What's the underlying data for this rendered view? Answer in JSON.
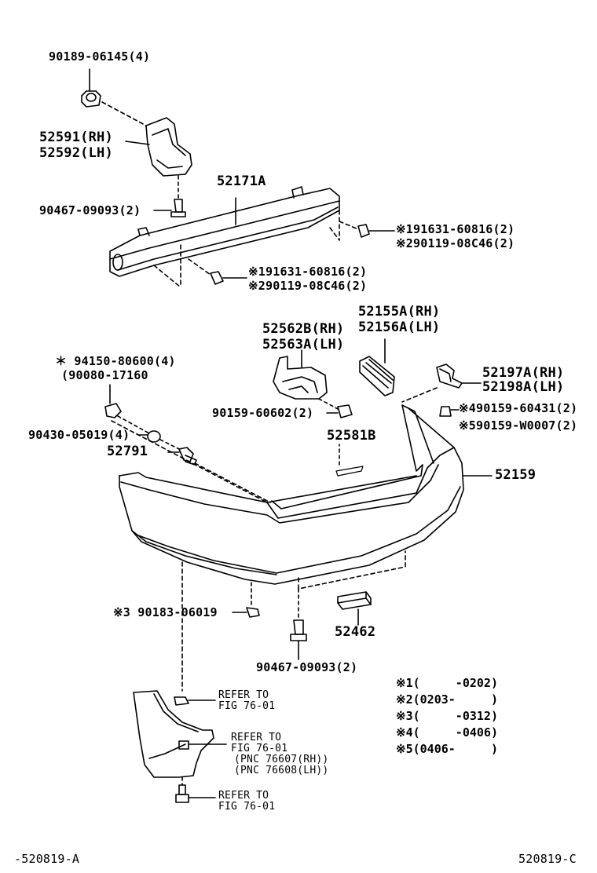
{
  "labels": {
    "p90189": "90189-06145(4)",
    "p52591": "52591(RH)",
    "p52592": "52592(LH)",
    "p52171a": "52171A",
    "p90467a": "90467-09093(2)",
    "p191631a": "※191631-60816(2)",
    "p290119a": "※290119-08C46(2)",
    "p191631b": "※191631-60816(2)",
    "p290119b": "※290119-08C46(2)",
    "p52155a": "52155A(RH)",
    "p52156a": "52156A(LH)",
    "p52562b": "52562B(RH)",
    "p52563a": "52563A(LH)",
    "p94150": "＊ 94150-80600(4)",
    "p90080": "(90080-17160",
    "p52197a": "52197A(RH)",
    "p52198a": "52198A(LH)",
    "p90159a": "90159-60602(2)",
    "p90159b": "※490159-60431(2)",
    "p90159c": "※590159-W0007(2)",
    "p90430": "90430-05019(4)",
    "p52791": "52791",
    "p52581b": "52581B",
    "p52159": "52159",
    "p90183": "※3 90183-06019",
    "p52462": "52462",
    "p90467b": "90467-09093(2)",
    "refer1a": "REFER TO",
    "refer1b": "FIG 76-01",
    "refer2a": "REFER TO",
    "refer2b": "FIG 76-01",
    "pnc1": "(PNC 76607(RH))",
    "pnc2": "(PNC 76608(LH))",
    "refer3a": "REFER TO",
    "refer3b": "FIG 76-01",
    "footer_left": "-520819-A",
    "footer_right": "520819-C"
  },
  "notes": [
    "※1(     -0202)",
    "※2(0203-     )",
    "※3(     -0312)",
    "※4(     -0406)",
    "※5(0406-     )"
  ]
}
